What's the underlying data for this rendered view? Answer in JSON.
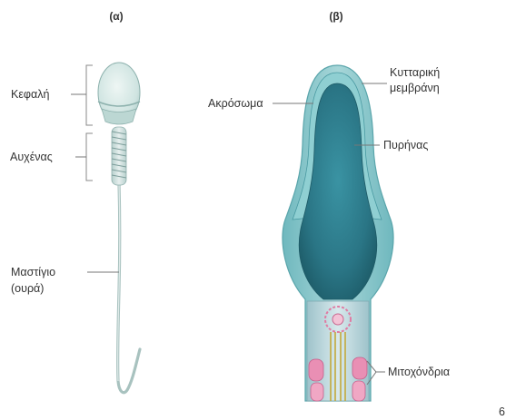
{
  "panels": {
    "a": "(α)",
    "b": "(β)"
  },
  "labels_a": {
    "head": "Κεφαλή",
    "neck": "Αυχένας",
    "tail_line1": "Μαστίγιο",
    "tail_line2": "(ουρά)"
  },
  "labels_b": {
    "acrosome": "Ακρόσωμα",
    "membrane_line1": "Κυτταρική",
    "membrane_line2": "μεμβράνη",
    "nucleus": "Πυρήνας",
    "mitochondria": "Μιτοχόνδρια"
  },
  "corner_mark": "6",
  "colors": {
    "head_fill": "#cfe5e3",
    "nucleus": "#2d7f8e",
    "membrane": "#7fc3c8",
    "midpiece": "#b9d6dc",
    "mitochondria": "#e98fb4"
  }
}
